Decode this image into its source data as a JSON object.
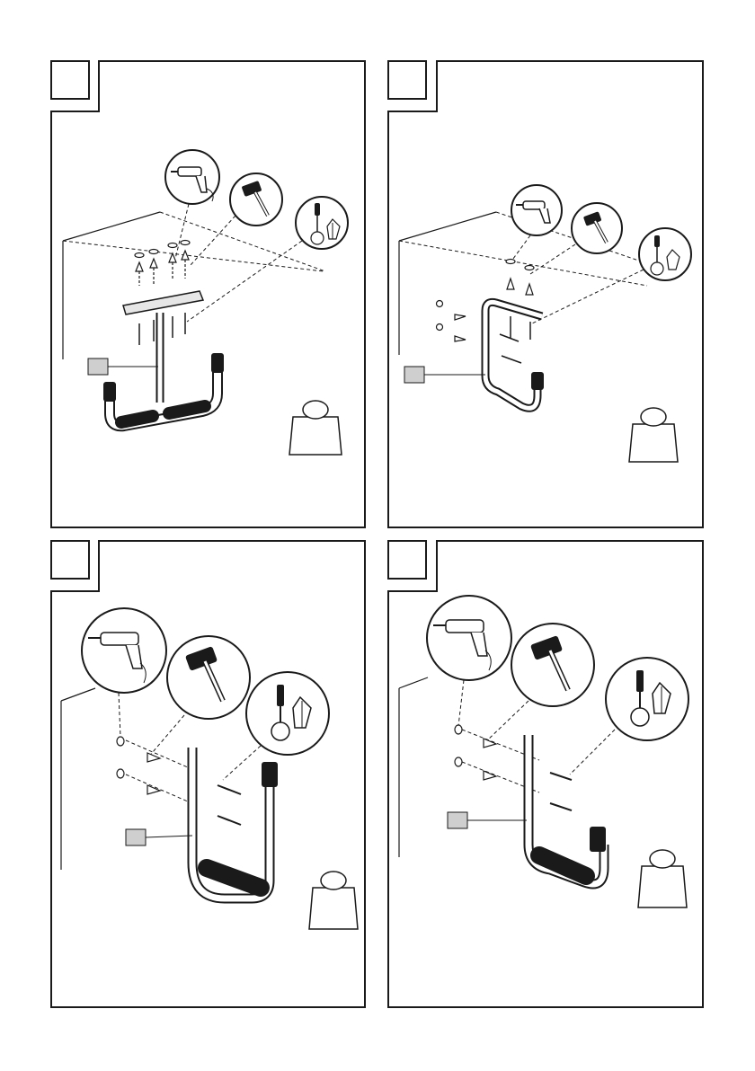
{
  "document": {
    "type": "assembly-instructions-sheet",
    "panels": [
      {
        "step_box": "",
        "part_label": "",
        "mounting": "ceiling",
        "hook": "double-arm",
        "tools": [
          "drill-icon",
          "hammer-icon",
          "screwdriver-icon"
        ],
        "weight_icon": "weight-icon"
      },
      {
        "step_box": "",
        "part_label": "",
        "mounting": "wall-and-ceiling",
        "hook": "single-arm",
        "tools": [
          "drill-icon",
          "hammer-icon",
          "screwdriver-icon"
        ],
        "weight_icon": "weight-icon"
      },
      {
        "step_box": "",
        "part_label": "",
        "mounting": "wall",
        "hook": "single-arm-vertical",
        "tools": [
          "drill-icon",
          "hammer-icon",
          "screwdriver-icon"
        ],
        "weight_icon": "weight-icon"
      },
      {
        "step_box": "",
        "part_label": "",
        "mounting": "wall",
        "hook": "single-arm-angled",
        "tools": [
          "drill-icon",
          "hammer-icon",
          "screwdriver-icon"
        ],
        "weight_icon": "weight-icon"
      }
    ]
  },
  "colors": {
    "ink": "#1a1a1a",
    "label_fill": "#cfcfcf",
    "paper": "#ffffff"
  }
}
